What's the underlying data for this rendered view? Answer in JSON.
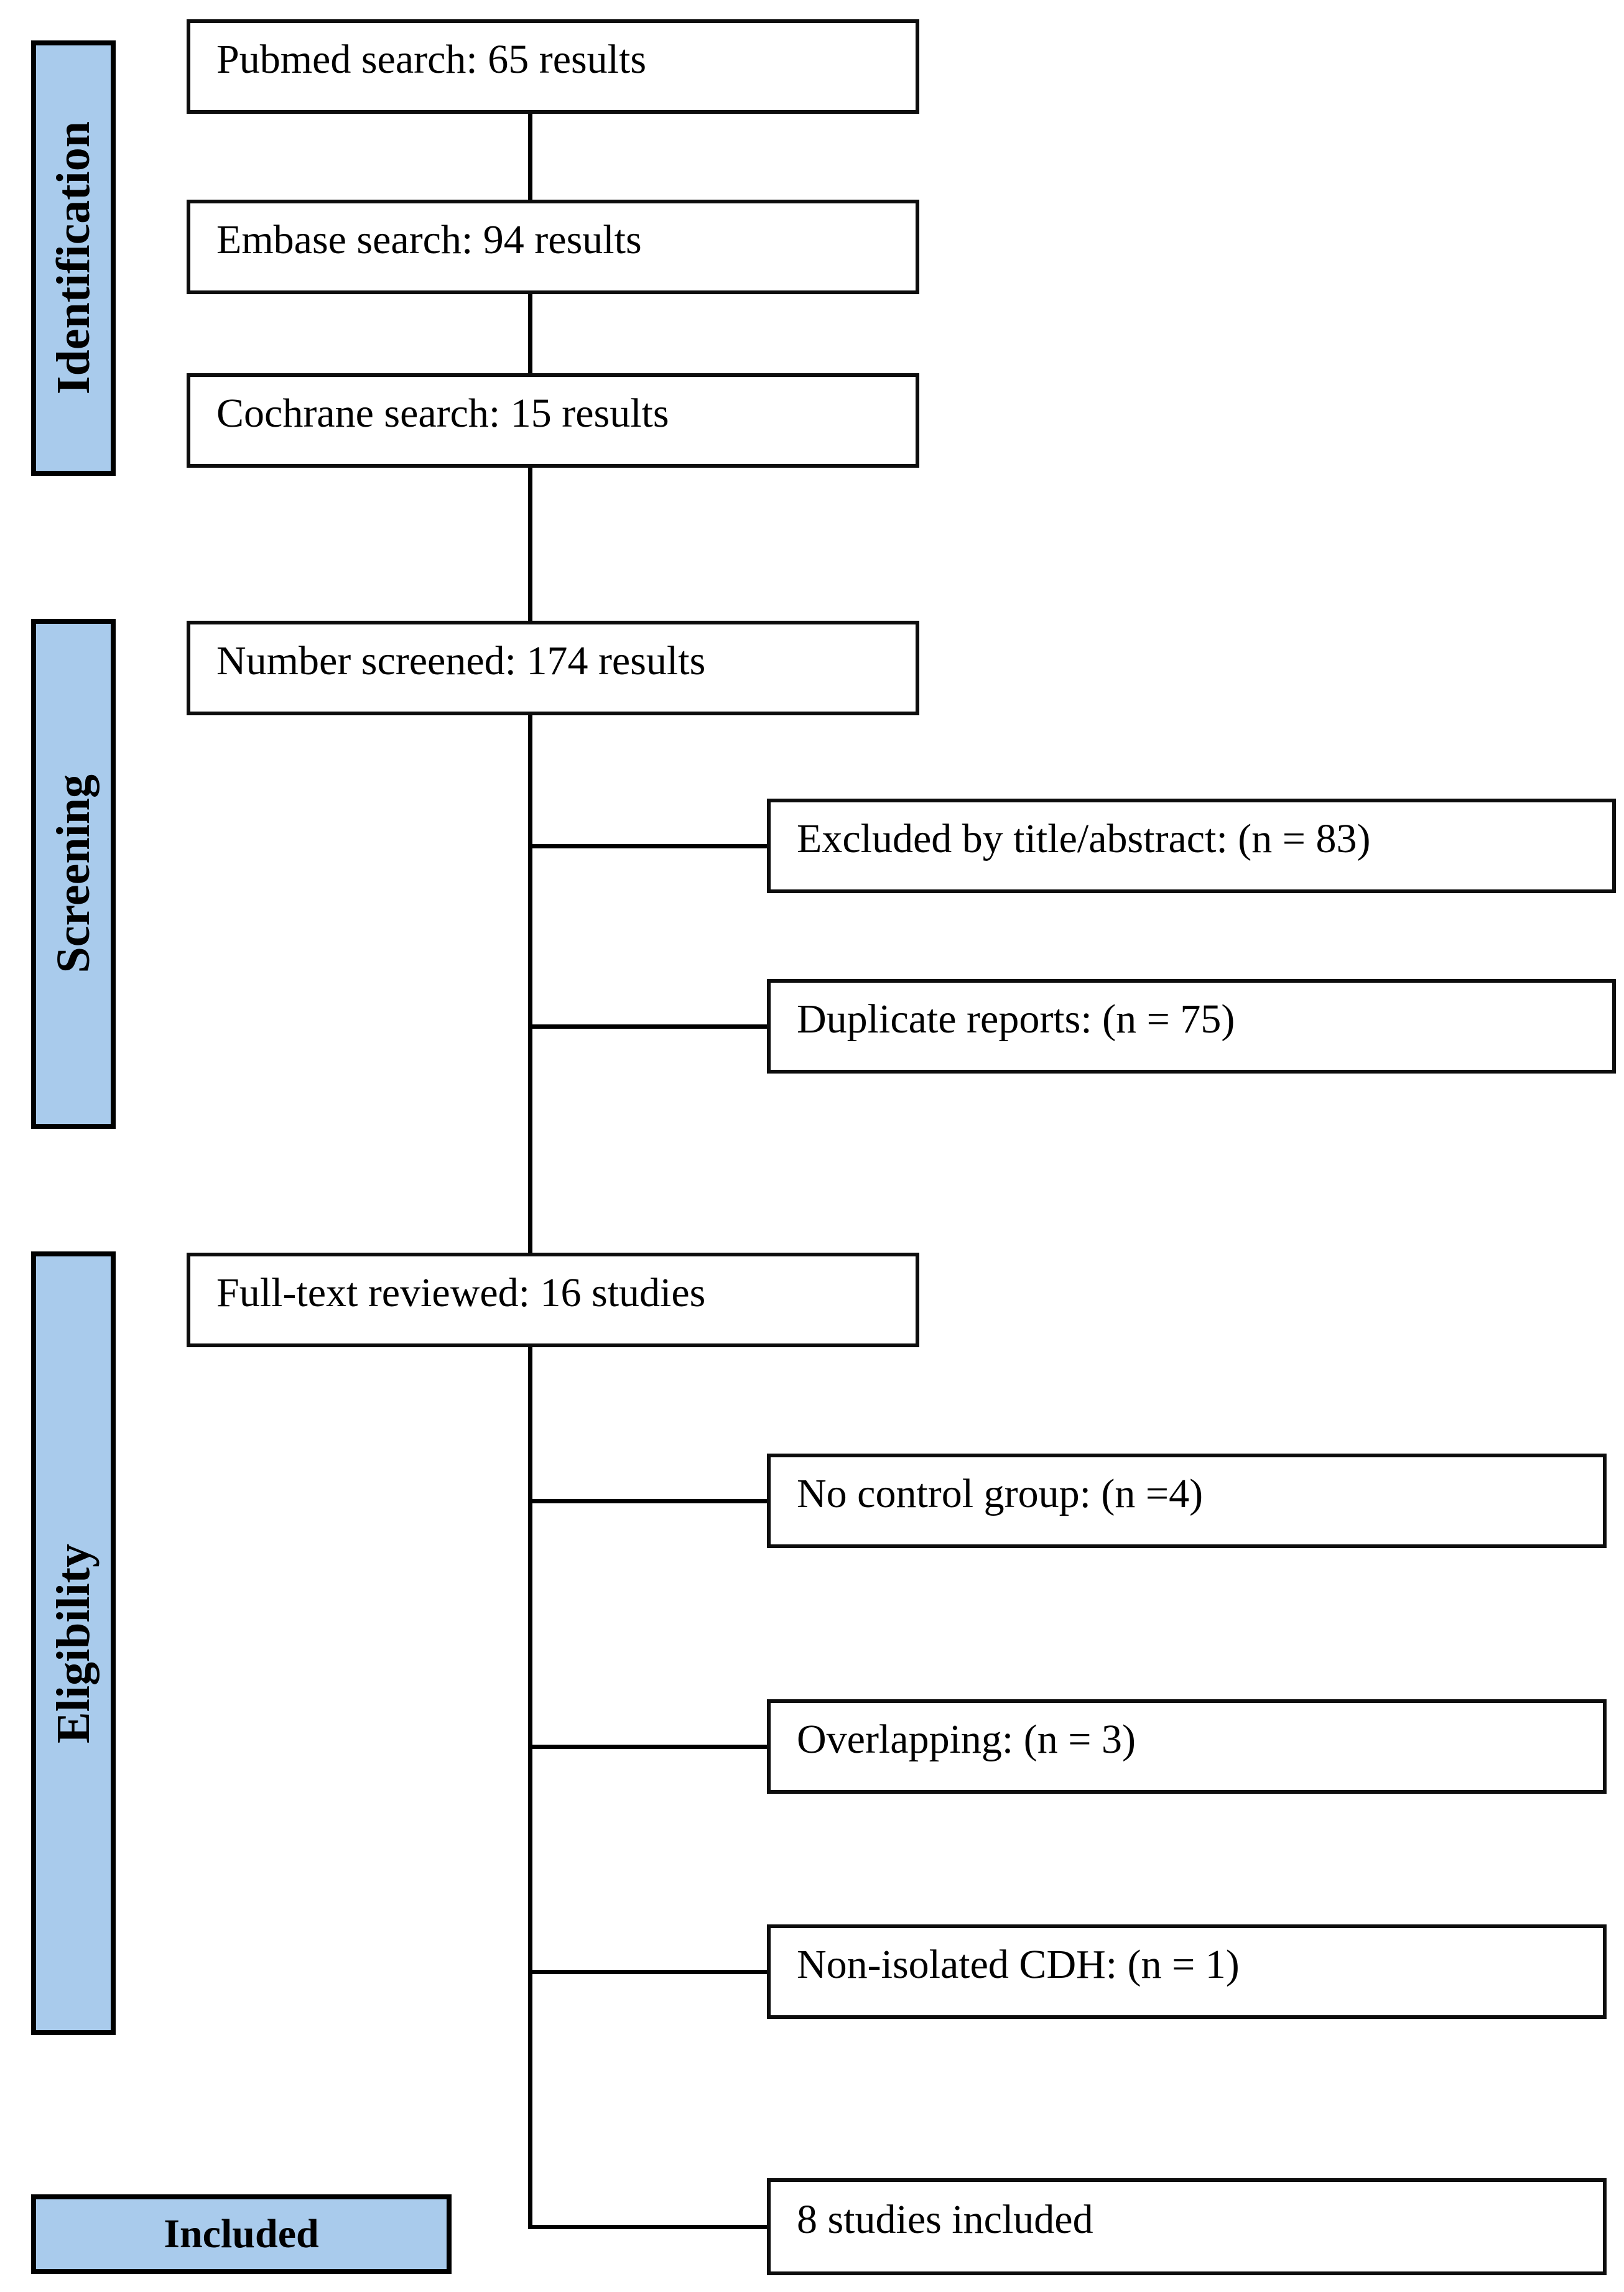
{
  "colors": {
    "stage_fill": "#A9CBEC",
    "box_border": "#0d0d0d",
    "line": "#000000",
    "background": "#FFFFFF"
  },
  "stages": {
    "identification": "Identification",
    "screening": "Screening",
    "eligibility": "Eligibility",
    "included": "Included"
  },
  "nodes": {
    "pubmed": "Pubmed search: 65 results",
    "embase": "Embase search: 94 results",
    "cochrane": "Cochrane search: 15 results",
    "screened": "Number screened: 174 results",
    "excluded": "Excluded by title/abstract: (n = 83)",
    "duplicates": "Duplicate reports: (n = 75)",
    "fulltext": "Full-text reviewed: 16 studies",
    "no_control": "No control group: (n =4)",
    "overlapping": "Overlapping: (n = 3)",
    "non_isolated": "Non-isolated CDH: (n = 1)",
    "included_final": "8 studies included"
  },
  "flow": {
    "main_path": [
      "pubmed",
      "embase",
      "cochrane",
      "screened",
      "fulltext",
      "included_final"
    ],
    "screening_exclusions": [
      "excluded",
      "duplicates"
    ],
    "eligibility_exclusions": [
      "no_control",
      "overlapping",
      "non_isolated"
    ]
  }
}
